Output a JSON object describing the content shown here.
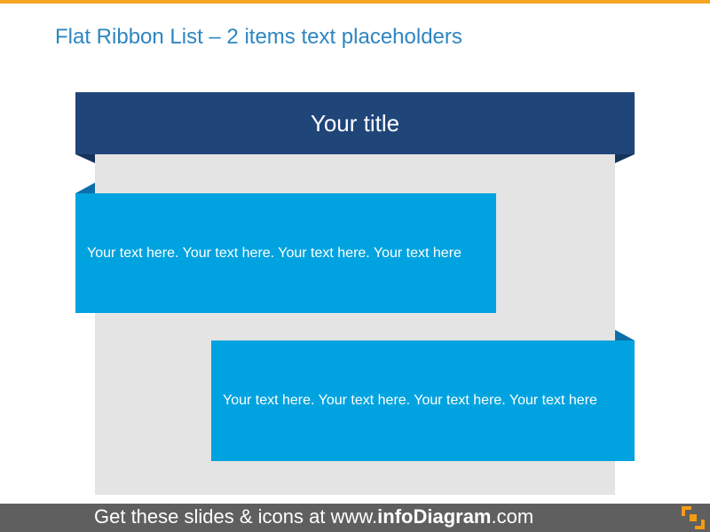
{
  "slide": {
    "title": "Flat Ribbon List – 2 items text placeholders"
  },
  "diagram": {
    "header": "Your title",
    "items": [
      {
        "text": "Your text here. Your text here. Your text here. Your text here"
      },
      {
        "text": "Your text here. Your text here. Your text here. Your text here"
      }
    ]
  },
  "footer": {
    "prefix": "Get these slides & icons at www.",
    "brand": "infoDiagram",
    "suffix": ".com"
  },
  "colors": {
    "accent_line": "#F5A623",
    "title_text": "#2E86C1",
    "ribbon_dark": "#1F4579",
    "item_blue": "#00A3DF",
    "panel_gray": "#E4E4E4",
    "footer_bg": "#5F5F5F",
    "logo_orange": "#F39C12"
  }
}
